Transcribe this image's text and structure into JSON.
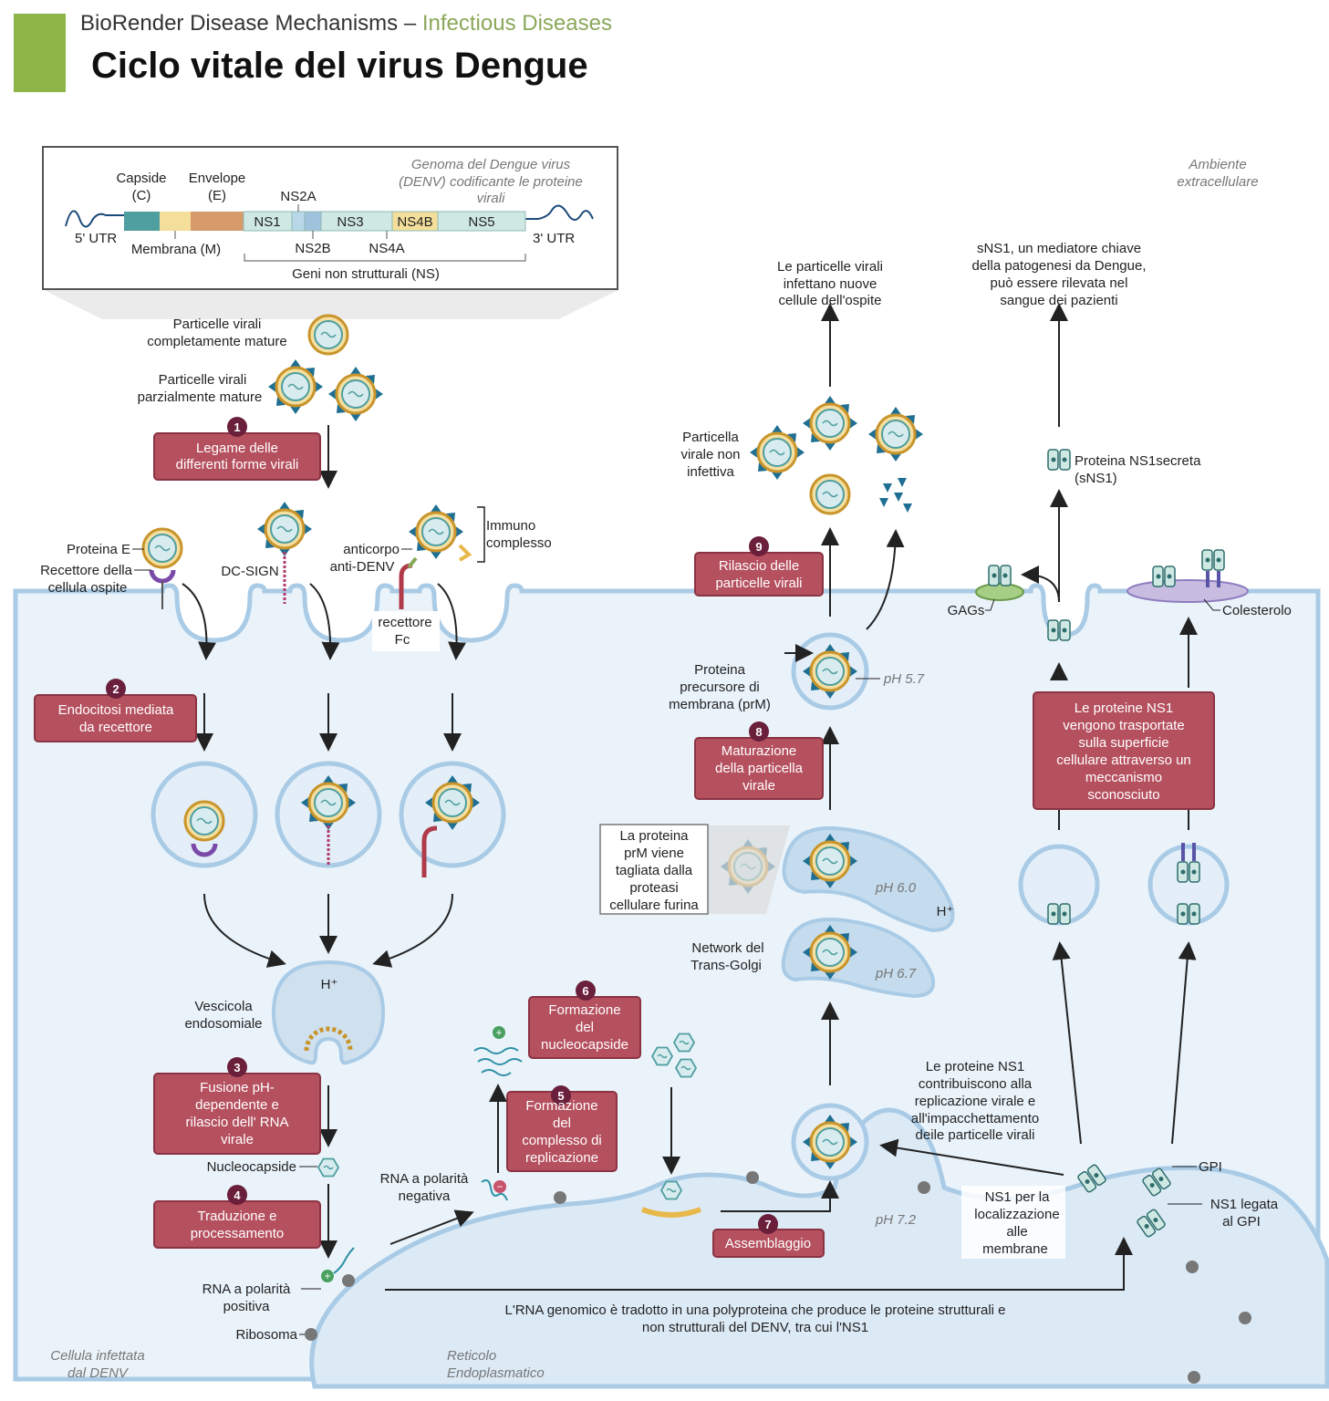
{
  "header": {
    "series": "BioRender Disease Mechanisms",
    "dash": " – ",
    "category": "Infectious Diseases",
    "title": "Ciclo vitale del virus Dengue",
    "accent_color": "#8db548"
  },
  "genome": {
    "caption": [
      "Genoma del Dengue virus",
      "(DENV) codificante le proteine",
      "virali"
    ],
    "capsid": [
      "Capside",
      "(C)"
    ],
    "envelope": [
      "Envelope",
      "(E)"
    ],
    "ns2a": "NS2A",
    "ns1": "NS1",
    "ns3": "NS3",
    "ns4b": "NS4B",
    "ns5": "NS5",
    "utr5": "5' UTR",
    "utr3": "3' UTR",
    "membrane": "Membrana (M)",
    "ns2b": "NS2B",
    "ns4a": "NS4A",
    "nonstructural": "Geni non strutturali (NS)"
  },
  "labels": {
    "mature": [
      "Particelle virali",
      "completamente mature"
    ],
    "partial": [
      "Particelle virali",
      "parzialmente  mature"
    ],
    "protein_e": "Proteina E",
    "host_receptor": [
      "Recettore della",
      "cellula ospite"
    ],
    "dcsign": "DC-SIGN",
    "antibody": [
      "anticorpo",
      "anti-DENV"
    ],
    "immuno": [
      "Immuno",
      "complesso"
    ],
    "fc_receptor": [
      "recettore",
      "Fc"
    ],
    "endosomal": [
      "Vescicola",
      "endosomiale"
    ],
    "h_plus": "H⁺",
    "nucleocapsid": "Nucleocapside",
    "positive_rna": [
      "RNA a polarità",
      "positiva"
    ],
    "ribosome": "Ribosoma",
    "negative_rna": [
      "RNA a polarità",
      "negativa"
    ],
    "infected_cell": [
      "Cellula infettata",
      "dal DENV"
    ],
    "er": [
      "Reticolo",
      "Endoplasmatico"
    ],
    "polyprotein": [
      "L'RNA genomico è tradotto in una polyproteina che produce le proteine strutturali e",
      "non strutturali del DENV,  tra cui l'NS1"
    ],
    "ph72": "pH 7.2",
    "ph67": "pH 6.7",
    "ph60": "pH 6.0",
    "ph57": "pH 5.7",
    "trans_golgi": [
      "Network del",
      "Trans-Golgi"
    ],
    "furin": [
      "La proteina",
      "prM viene",
      "tagliata dalla",
      "proteasi",
      "cellulare furina"
    ],
    "prm": [
      "Proteina",
      "precursore di",
      "membrana (prM)"
    ],
    "noninfective": [
      "Particella",
      "virale non",
      "infettiva"
    ],
    "infect_new": [
      "Le particelle virali",
      "infettano nuove",
      "cellule dell'ospite"
    ],
    "sns1_key": [
      "sNS1, un mediatore chiave",
      "della patogenesi da Dengue,",
      "può essere rilevata nel",
      "sangue dei pazienti"
    ],
    "secreted": [
      "Proteina NS1secreta",
      "(sNS1)"
    ],
    "extracellular": [
      "Ambiente",
      "extracellulare"
    ],
    "gags": "GAGs",
    "cholesterol": "Colesterolo",
    "gpi": "GPI",
    "ns1_gpi": [
      "NS1 legata",
      "al GPI"
    ],
    "ns1_membranes": [
      "NS1 per la",
      "localizzazione",
      "alle",
      "membrane"
    ],
    "ns1_contrib": [
      "Le proteine NS1",
      "contribuiscono alla",
      "replicazione virale e",
      "all'impacchettamento",
      "deile particelle virali"
    ]
  },
  "steps": {
    "s1": {
      "num": "1",
      "lines": [
        "Legame delle",
        "differenti forme virali"
      ]
    },
    "s2": {
      "num": "2",
      "lines": [
        "Endocitosi mediata",
        "da recettore"
      ]
    },
    "s3": {
      "num": "3",
      "lines": [
        "Fusione pH-",
        "dependente  e",
        "rilascio dell' RNA",
        "virale"
      ]
    },
    "s4": {
      "num": "4",
      "lines": [
        "Traduzione e",
        "processamento"
      ]
    },
    "s5": {
      "num": "5",
      "lines": [
        "Formazione",
        "del",
        "complesso di",
        "replicazione"
      ]
    },
    "s6": {
      "num": "6",
      "lines": [
        "Formazione",
        "del",
        "nucleocapside"
      ]
    },
    "s7": {
      "num": "7",
      "lines": [
        "Assemblaggio"
      ]
    },
    "s8": {
      "num": "8",
      "lines": [
        "Maturazione",
        "della particella",
        "virale"
      ]
    },
    "s9": {
      "num": "9",
      "lines": [
        "Rilascio delle",
        "particelle virali"
      ]
    },
    "ns1box": {
      "lines": [
        "Le proteine NS1",
        "vengono trasportate",
        "sulla superficie",
        "cellulare attraverso un",
        "meccanismo",
        "sconosciuto"
      ]
    }
  },
  "colors": {
    "step_fill": "#b5505f",
    "step_badge": "#6a1f3a",
    "cell": "#eaf3fa",
    "membrane": "#a9cbe6",
    "capsid_teal": "#4f9ea0",
    "gold": "#e8b84a",
    "spike": "#1f6f93"
  }
}
